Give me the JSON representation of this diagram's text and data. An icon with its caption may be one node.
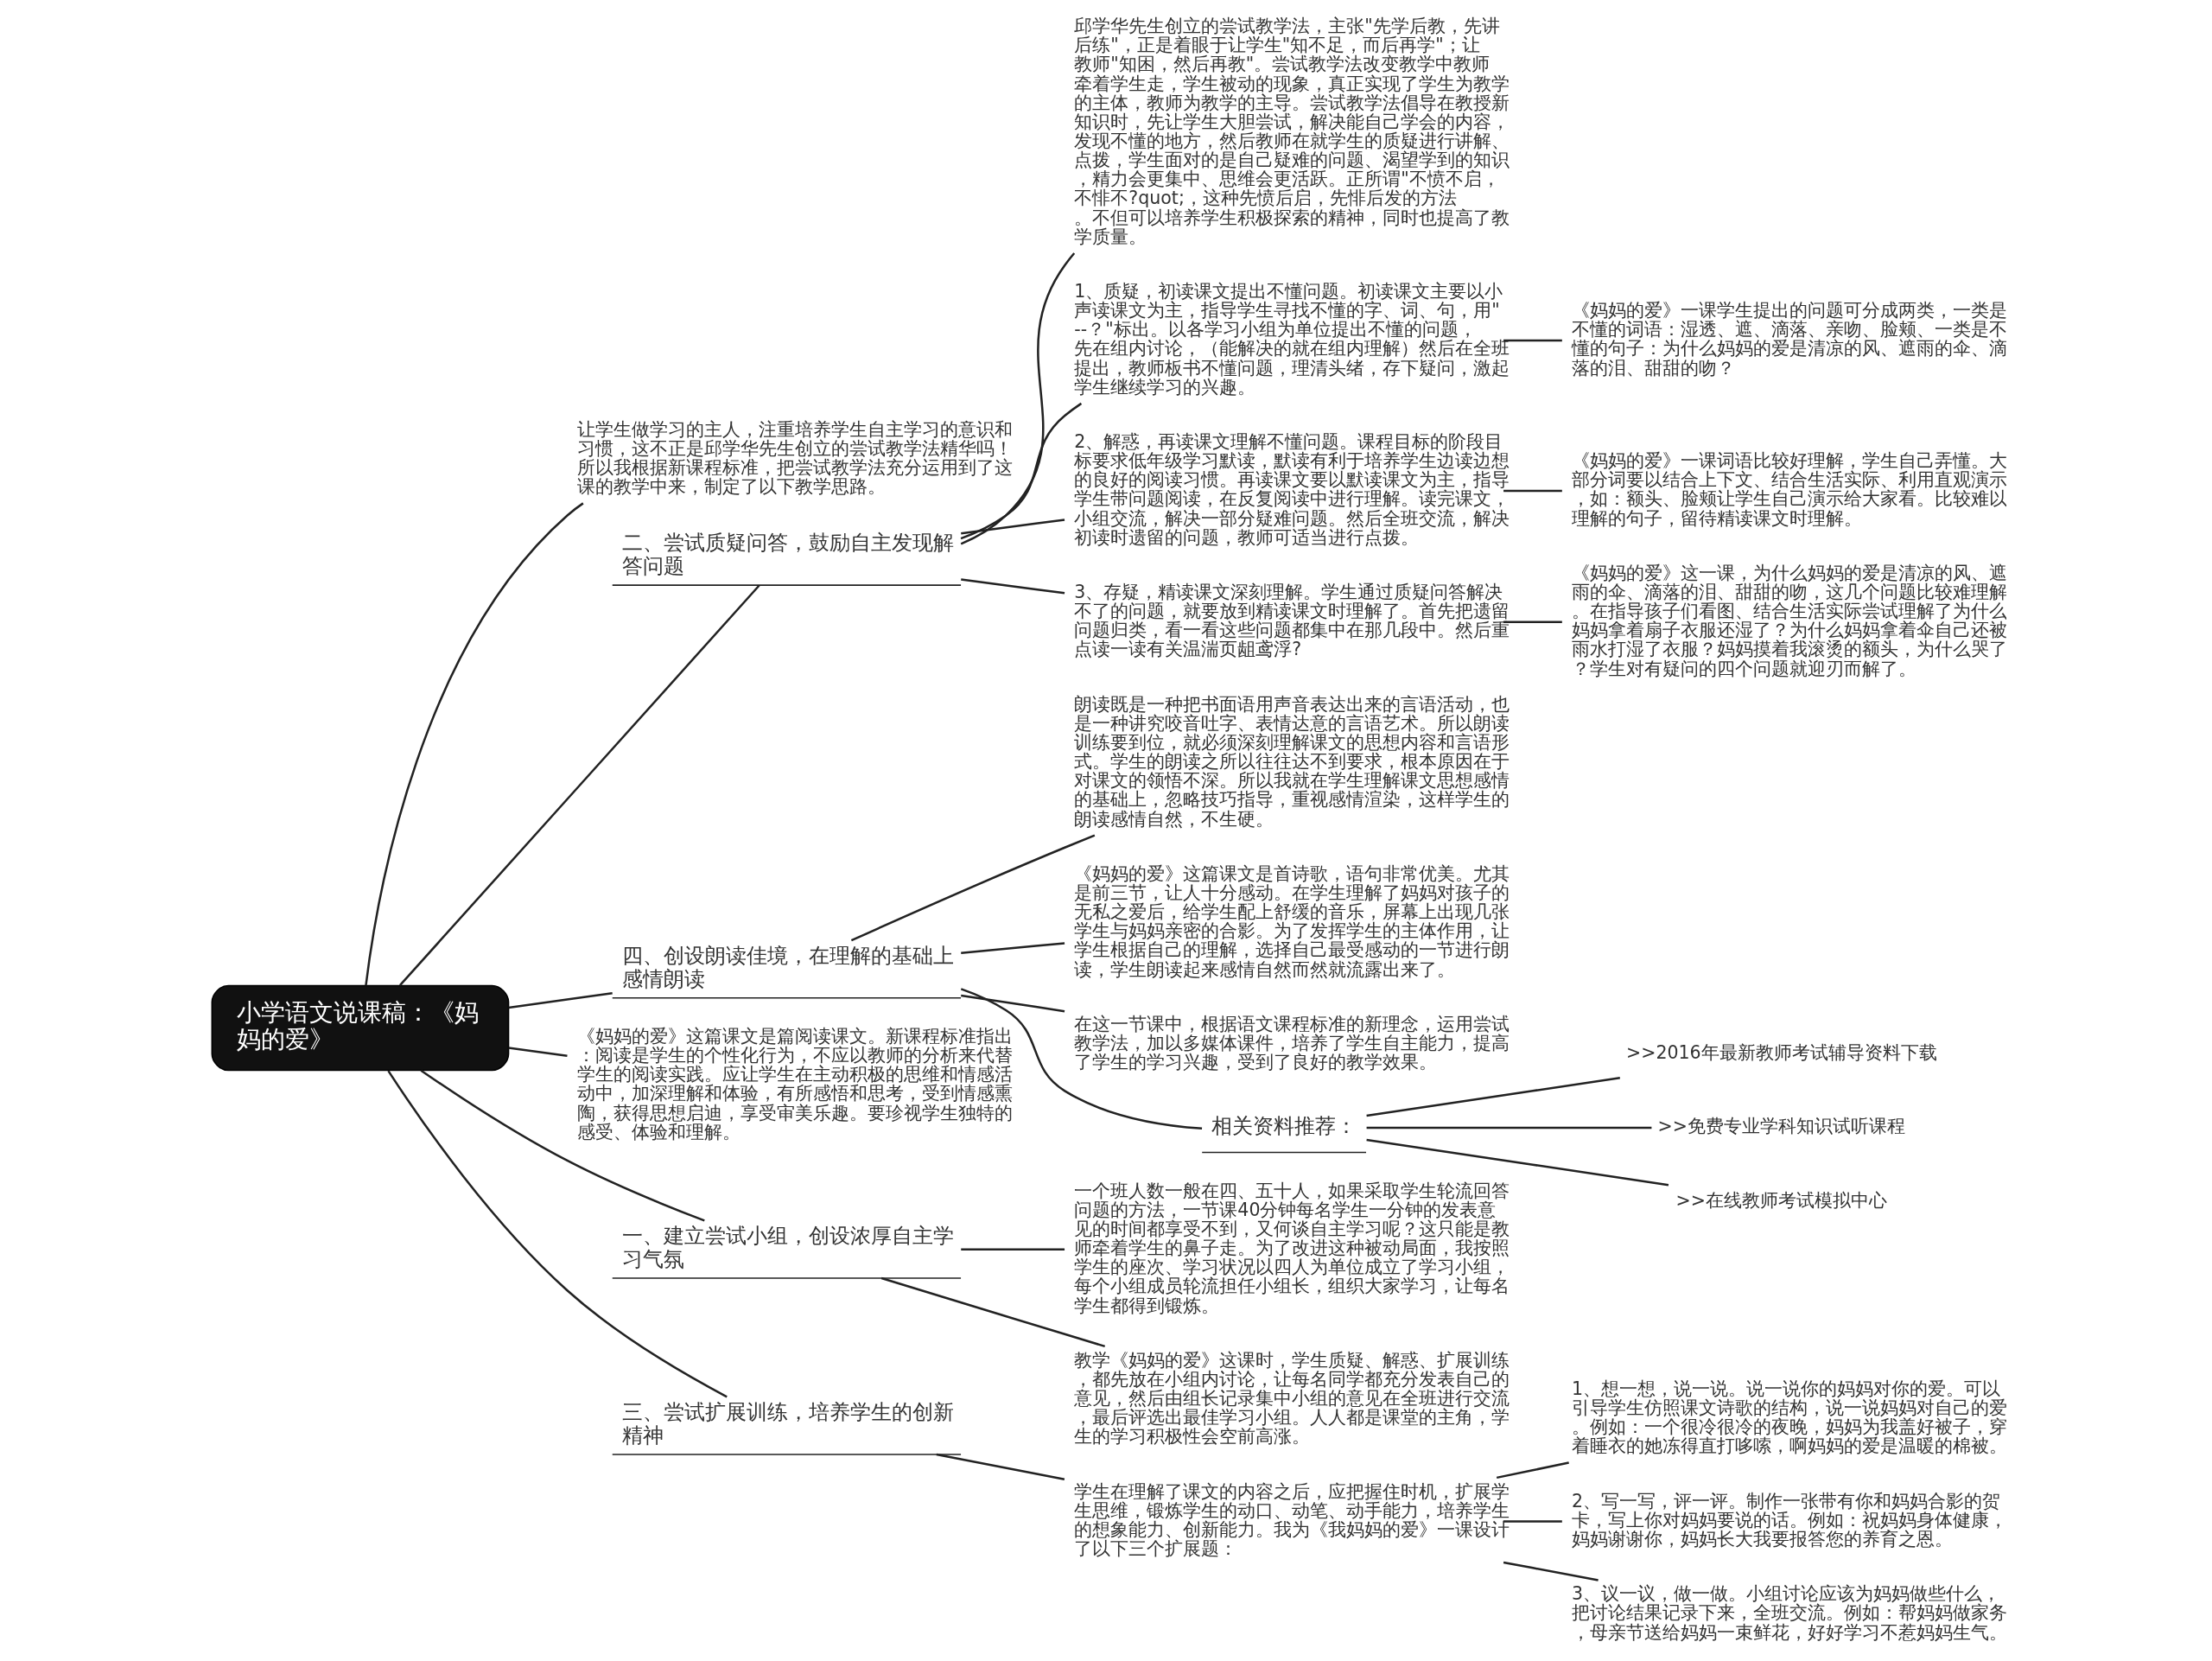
{
  "diagram": {
    "nodes": [
      {
        "text": [
          "小学语文说课稿：《妈妈的爱》"
        ]
      },
      {
        "text": [
          "让学生做学习的主人，注重培养学生自主学习的意识和习惯，这不正是邱学华先生创立的尝试教学法精华吗！所以我根据新课程标准，把尝试教学法充分运用到了这课的教学中来，制定了以下教学思路。"
        ]
      },
      {
        "text": [
          "二、尝试质疑问答，鼓励自主发现解答问题"
        ]
      },
      {
        "text": [
          "邱学华先生创立的尝试教学法，主张\"先学后教，先讲后练\"，正是着眼于让学生\"知不足，而后再学\"；让教师\"知困，然后再教\"。尝试教学法改变教学中教师牵着学生走，学生被动的现象，真正实现了学生为教学的主体，教师为教学的主导。尝试教学法倡导在教授新知识时，先让学生大胆尝试，解决能自己学会的内容，发现不懂的地方，然后教师在就学生的质疑进行讲解、点拨，学生面对的是自己疑难的问题、渴望学到的知识，精力会更集中、思维会更活跃。正所谓\"不愤不启，不悱不?quot;，这种先愤后启，先悱后发的方法。不但可以培养学生积极探索的精神，同时也提高了教学质量。"
        ]
      },
      {
        "text": [
          "1、质疑，初读课文提出不懂问题。初读课文主要以小声读课文为主，指导学生寻找不懂的字、词、句，用\"--？\"标出。以各学习小组为单位提出不懂的问题，先在组内讨论，（能解决的就在组内理解）然后在全班提出，教师板书不懂问题，理清头绪，存下疑问，激起学生继续学习的兴趣。"
        ]
      },
      {
        "text": [
          "《妈妈的爱》一课学生提出的问题可分成两类，一类是不懂的词语：湿透、遮、滴落、亲吻、脸颊、一类是不懂的句子：为什么妈妈的爱是清凉的风、遮雨的伞、滴落的泪、甜甜的吻？"
        ]
      },
      {
        "text": [
          "2、解惑，再读课文理解不懂问题。课程目标的阶段目标要求低年级学习默读，默读有利于培养学生边读边想的良好的阅读习惯。再读课文要以默读课文为主，指导学生带问题阅读，在反复阅读中进行理解。读完课文，小组交流，解决一部分疑难问题。然后全班交流，解决初读时遗留的问题，教师可适当进行点拨。"
        ]
      },
      {
        "text": [
          "《妈妈的爱》一课词语比较好理解，学生自己弄懂。大部分词要以结合上下文、结合生活实际、利用直观演示，如：额头、脸颊让学生自己演示给大家看。比较难以理解的句子，留待精读课文时理解。"
        ]
      },
      {
        "text": [
          "3、存疑，精读课文深刻理解。学生通过质疑问答解决不了的问题，就要放到精读课文时理解了。首先把遗留问题归类，看一看这些问题都集中在那几段中。然后重点读一读有关温湍页龃鸢浮?"
        ]
      },
      {
        "text": [
          "《妈妈的爱》这一课，为什么妈妈的爱是清凉的风、遮雨的伞、滴落的泪、甜甜的吻，这几个问题比较难理解。在指导孩子们看图、结合生活实际尝试理解了为什么妈妈拿着扇子衣服还湿了？为什么妈妈拿着伞自己还被雨水打湿了衣服？妈妈摸着我滚烫的额头，为什么哭了？学生对有疑问的四个问题就迎刃而解了。"
        ]
      },
      {
        "text": [
          "四、创设朗读佳境，在理解的基础上感情朗读"
        ]
      },
      {
        "text": [
          "朗读既是一种把书面语用声音表达出来的言语活动，也是一种讲究咬音吐字、表情达意的言语艺术。所以朗读训练要到位，就必须深刻理解课文的思想内容和言语形式。学生的朗读之所以往往达不到要求，根本原因在于对课文的领悟不深。所以我就在学生理解课文思想感情的基础上，忽略技巧指导，重视感情渲染，这样学生的朗读感情自然，不生硬。"
        ]
      },
      {
        "text": [
          "《妈妈的爱》这篇课文是首诗歌，语句非常优美。尤其是前三节，让人十分感动。在学生理解了妈妈对孩子的无私之爱后，给学生配上舒缓的音乐，屏幕上出现几张学生与妈妈亲密的合影。为了发挥学生的主体作用，让学生根据自己的理解，选择自己最受感动的一节进行朗读，学生朗读起来感情自然而然就流露出来了。"
        ]
      },
      {
        "text": [
          "在这一节课中，根据语文课程标准的新理念，运用尝试教学法，加以多媒体课件，培养了学生自主能力，提高了学生的学习兴趣，受到了良好的教学效果。"
        ]
      },
      {
        "text": [
          "相关资料推荐："
        ]
      },
      {
        "text": [
          ">>2016年最新教师考试辅导资料下载"
        ]
      },
      {
        "text": [
          ">>免费专业学科知识试听课程"
        ]
      },
      {
        "text": [
          ">>在线教师考试模拟中心"
        ]
      },
      {
        "text": [
          "《妈妈的爱》这篇课文是篇阅读课文。新课程标准指出：阅读是学生的个性化行为，不应以教师的分析来代替学生的阅读实践。应让学生在主动积极的思维和情感活动中，加深理解和体验，有所感悟和思考，受到情感熏陶，获得思想启迪，享受审美乐趣。要珍视学生独特的感受、体验和理解。"
        ]
      },
      {
        "text": [
          "一、建立尝试小组，创设浓厚自主学习气氛"
        ]
      },
      {
        "text": [
          "一个班人数一般在四、五十人，如果采取学生轮流回答问题的方法，一节课40分钟每名学生一分钟的发表意见的时间都享受不到，又何谈自主学习呢？这只能是教师牵着学生的鼻子走。为了改进这种被动局面，我按照学生的座次、学习状况以四人为单位成立了学习小组，每个小组成员轮流担任小组长，组织大家学习，让每名学生都得到锻炼。"
        ]
      },
      {
        "text": [
          "教学《妈妈的爱》这课时，学生质疑、解惑、扩展训练，都先放在小组内讨论，让每名同学都充分发表自己的意见，然后由组长记录集中小组的意见在全班进行交流，最后评选出最佳学习小组。人人都是课堂的主角，学生的学习积极性会空前高涨。"
        ]
      },
      {
        "text": [
          "三、尝试扩展训练，培养学生的创新精神"
        ]
      },
      {
        "text": [
          "学生在理解了课文的内容之后，应把握住时机，扩展学生思维，锻炼学生的动口、动笔、动手能力，培养学生的想象能力、创新能力。我为《我妈妈的爱》一课设计了以下三个扩展题："
        ]
      },
      {
        "text": [
          "1、想一想，说一说。说一说你的妈妈对你的爱。可以引导学生仿照课文诗歌的结构，说一说妈妈对自己的爱。例如：一个很冷很冷的夜晚，妈妈为我盖好被子，穿着睡衣的她冻得直打哆嗦，啊妈妈的爱是温暖的棉被。"
        ]
      },
      {
        "text": [
          "2、写一写，评一评。制作一张带有你和妈妈合影的贺卡，写上你对妈妈要说的话。例如：祝妈妈身体健康，妈妈谢谢你，妈妈长大我要报答您的养育之恩。"
        ]
      },
      {
        "text": [
          "3、议一议，做一做。小组讨论应该为妈妈做些什么，把讨论结果记录下来，全班交流。例如：帮妈妈做家务，母亲节送给妈妈一束鲜花，好好学习不惹妈妈生气。"
        ]
      }
    ],
    "edges": [
      {
        "from": 0,
        "to": 1,
        "arrow": "none"
      },
      {
        "from": 0,
        "to": 2,
        "arrow": "none"
      },
      {
        "from": 2,
        "to": 3,
        "arrow": "none"
      },
      {
        "from": 2,
        "to": 4,
        "arrow": "none"
      },
      {
        "from": 4,
        "to": 5,
        "arrow": "none"
      },
      {
        "from": 2,
        "to": 6,
        "arrow": "none"
      },
      {
        "from": 6,
        "to": 7,
        "arrow": "none"
      },
      {
        "from": 2,
        "to": 8,
        "arrow": "none"
      },
      {
        "from": 8,
        "to": 9,
        "arrow": "none"
      },
      {
        "from": 0,
        "to": 10,
        "arrow": "none"
      },
      {
        "from": 10,
        "to": 11,
        "arrow": "none"
      },
      {
        "from": 10,
        "to": 12,
        "arrow": "none"
      },
      {
        "from": 10,
        "to": 13,
        "arrow": "none"
      },
      {
        "from": 10,
        "to": 14,
        "arrow": "none"
      },
      {
        "from": 14,
        "to": 15,
        "arrow": "none"
      },
      {
        "from": 14,
        "to": 16,
        "arrow": "none"
      },
      {
        "from": 14,
        "to": 17,
        "arrow": "none"
      },
      {
        "from": 0,
        "to": 18,
        "arrow": "none"
      },
      {
        "from": 0,
        "to": 19,
        "arrow": "none"
      },
      {
        "from": 19,
        "to": 20,
        "arrow": "none"
      },
      {
        "from": 19,
        "to": 21,
        "arrow": "none"
      },
      {
        "from": 0,
        "to": 22,
        "arrow": "none"
      },
      {
        "from": 22,
        "to": 23,
        "arrow": "none"
      },
      {
        "from": 23,
        "to": 24,
        "arrow": "none"
      },
      {
        "from": 23,
        "to": 25,
        "arrow": "none"
      },
      {
        "from": 23,
        "to": 26,
        "arrow": "none"
      }
    ]
  }
}
